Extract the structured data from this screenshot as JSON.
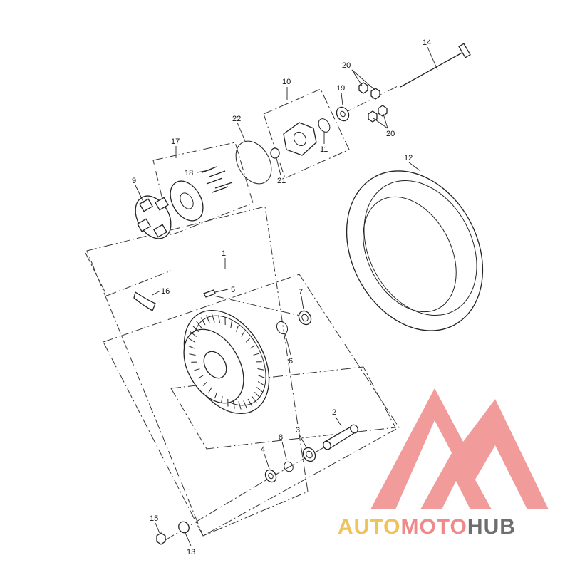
{
  "callouts": [
    "1",
    "2",
    "3",
    "4",
    "5",
    "6",
    "7",
    "8",
    "9",
    "10",
    "11",
    "12",
    "13",
    "14",
    "15",
    "16",
    "17",
    "18",
    "19",
    "20",
    "20",
    "21",
    "22"
  ],
  "logo": {
    "word_auto": "AUTO",
    "word_moto": "MOTO",
    "word_hub": "HUB",
    "color_auto": "#f0c35a",
    "color_moto": "#f08a8a",
    "color_hub": "#6e6e6e",
    "mark_color": "#f08a8a"
  }
}
